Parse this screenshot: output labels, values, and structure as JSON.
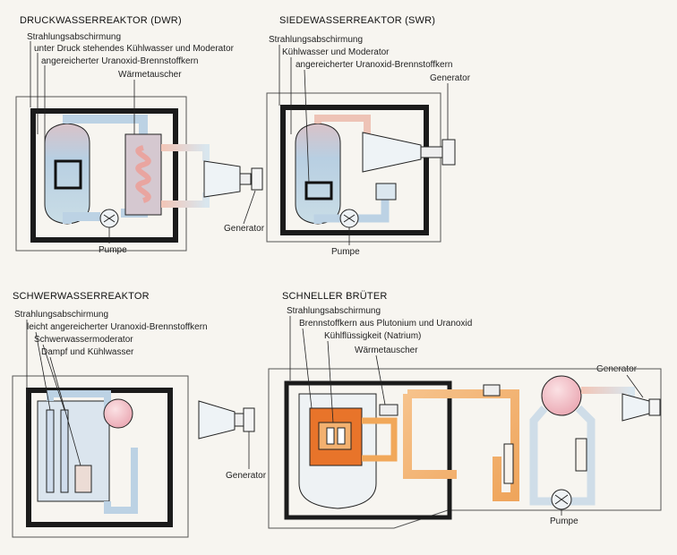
{
  "dwr": {
    "title": "DRUCKWASSERREAKTOR (DWR)",
    "labels": [
      "Strahlungsabschirmung",
      "unter Druck stehendes Kühlwasser und Moderator",
      "angereicherter Uranoxid-Brennstoffkern",
      "Wärmetauscher"
    ],
    "generator": "Generator",
    "pump": "Pumpe"
  },
  "swr": {
    "title": "SIEDEWASSERREAKTOR (SWR)",
    "labels": [
      "Strahlungsabschirmung",
      "Kühlwasser und Moderator",
      "angereicherter Uranoxid-Brennstoffkern"
    ],
    "generator": "Generator",
    "pump": "Pumpe"
  },
  "hwr": {
    "title": "SCHWERWASSERREAKTOR",
    "labels": [
      "Strahlungsabschirmung",
      "leicht angereicherter Uranoxid-Brennstoffkern",
      "Schwerwassermoderator",
      "Dampf und Kühlwasser"
    ],
    "generator": "Generator"
  },
  "fbr": {
    "title": "SCHNELLER BRÜTER",
    "labels": [
      "Strahlungsabschirmung",
      "Brennstoffkern aus Plutonium und Uranoxid",
      "Kühlflüssigkeit (Natrium)",
      "Wärmetauscher"
    ],
    "generator": "Generator",
    "pump": "Pumpe"
  },
  "colors": {
    "water": "#b9d3e6",
    "water_light": "#dbe7ef",
    "steam": "#f0c4b4",
    "hot": "#f2913a",
    "core": "#e8742a",
    "sodium": "#f3b170",
    "shield": "#1b1b1b"
  }
}
